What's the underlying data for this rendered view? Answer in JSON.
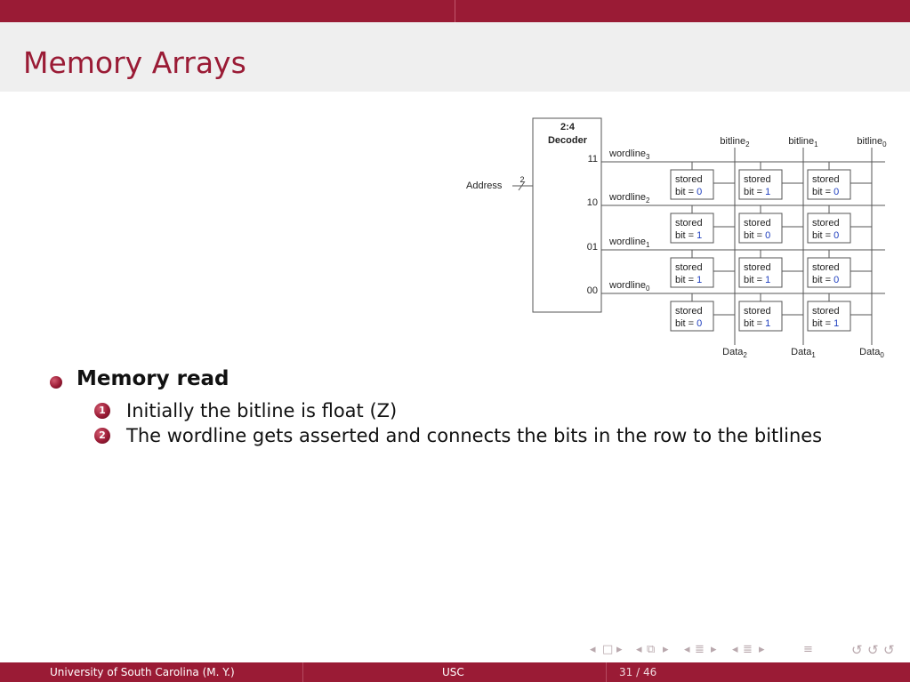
{
  "slide": {
    "title": "Memory Arrays",
    "bullet": "Memory read",
    "steps": [
      {
        "num": "1",
        "text": "Initially the bitline is float (Z)"
      },
      {
        "num": "2",
        "text": "The wordline gets asserted and connects the bits in the row to the bitlines"
      }
    ]
  },
  "diagram": {
    "decoder_label_1": "2:4",
    "decoder_label_2": "Decoder",
    "address_label": "Address",
    "bus_width": "2",
    "outputs": [
      "11",
      "10",
      "01",
      "00"
    ],
    "wordline_base": "wordline",
    "wordline_subs": [
      "3",
      "2",
      "1",
      "0"
    ],
    "bitline_base": "bitline",
    "bitline_subs": [
      "2",
      "1",
      "0"
    ],
    "data_base": "Data",
    "data_subs": [
      "2",
      "1",
      "0"
    ],
    "cell_word": "stored",
    "cell_prefix": "bit = ",
    "bits": [
      [
        "0",
        "1",
        "0"
      ],
      [
        "1",
        "0",
        "0"
      ],
      [
        "1",
        "1",
        "0"
      ],
      [
        "0",
        "1",
        "1"
      ]
    ],
    "bit_value_color": "#1f3fbf"
  },
  "nav": {
    "left_arrow": "◂",
    "right_arrow": "▸",
    "frame_icon": "□",
    "frames_icon": "⧉",
    "section_icon": "≣",
    "align_icon": "≡",
    "search_icon": "↺"
  },
  "footer": {
    "author": "University of South Carolina (M. Y.)",
    "short_title": "USC",
    "page": "31 / 46"
  },
  "colors": {
    "accent": "#9a1b35",
    "title_bg": "#efefef",
    "nav_gray": "#b9a8ad"
  }
}
